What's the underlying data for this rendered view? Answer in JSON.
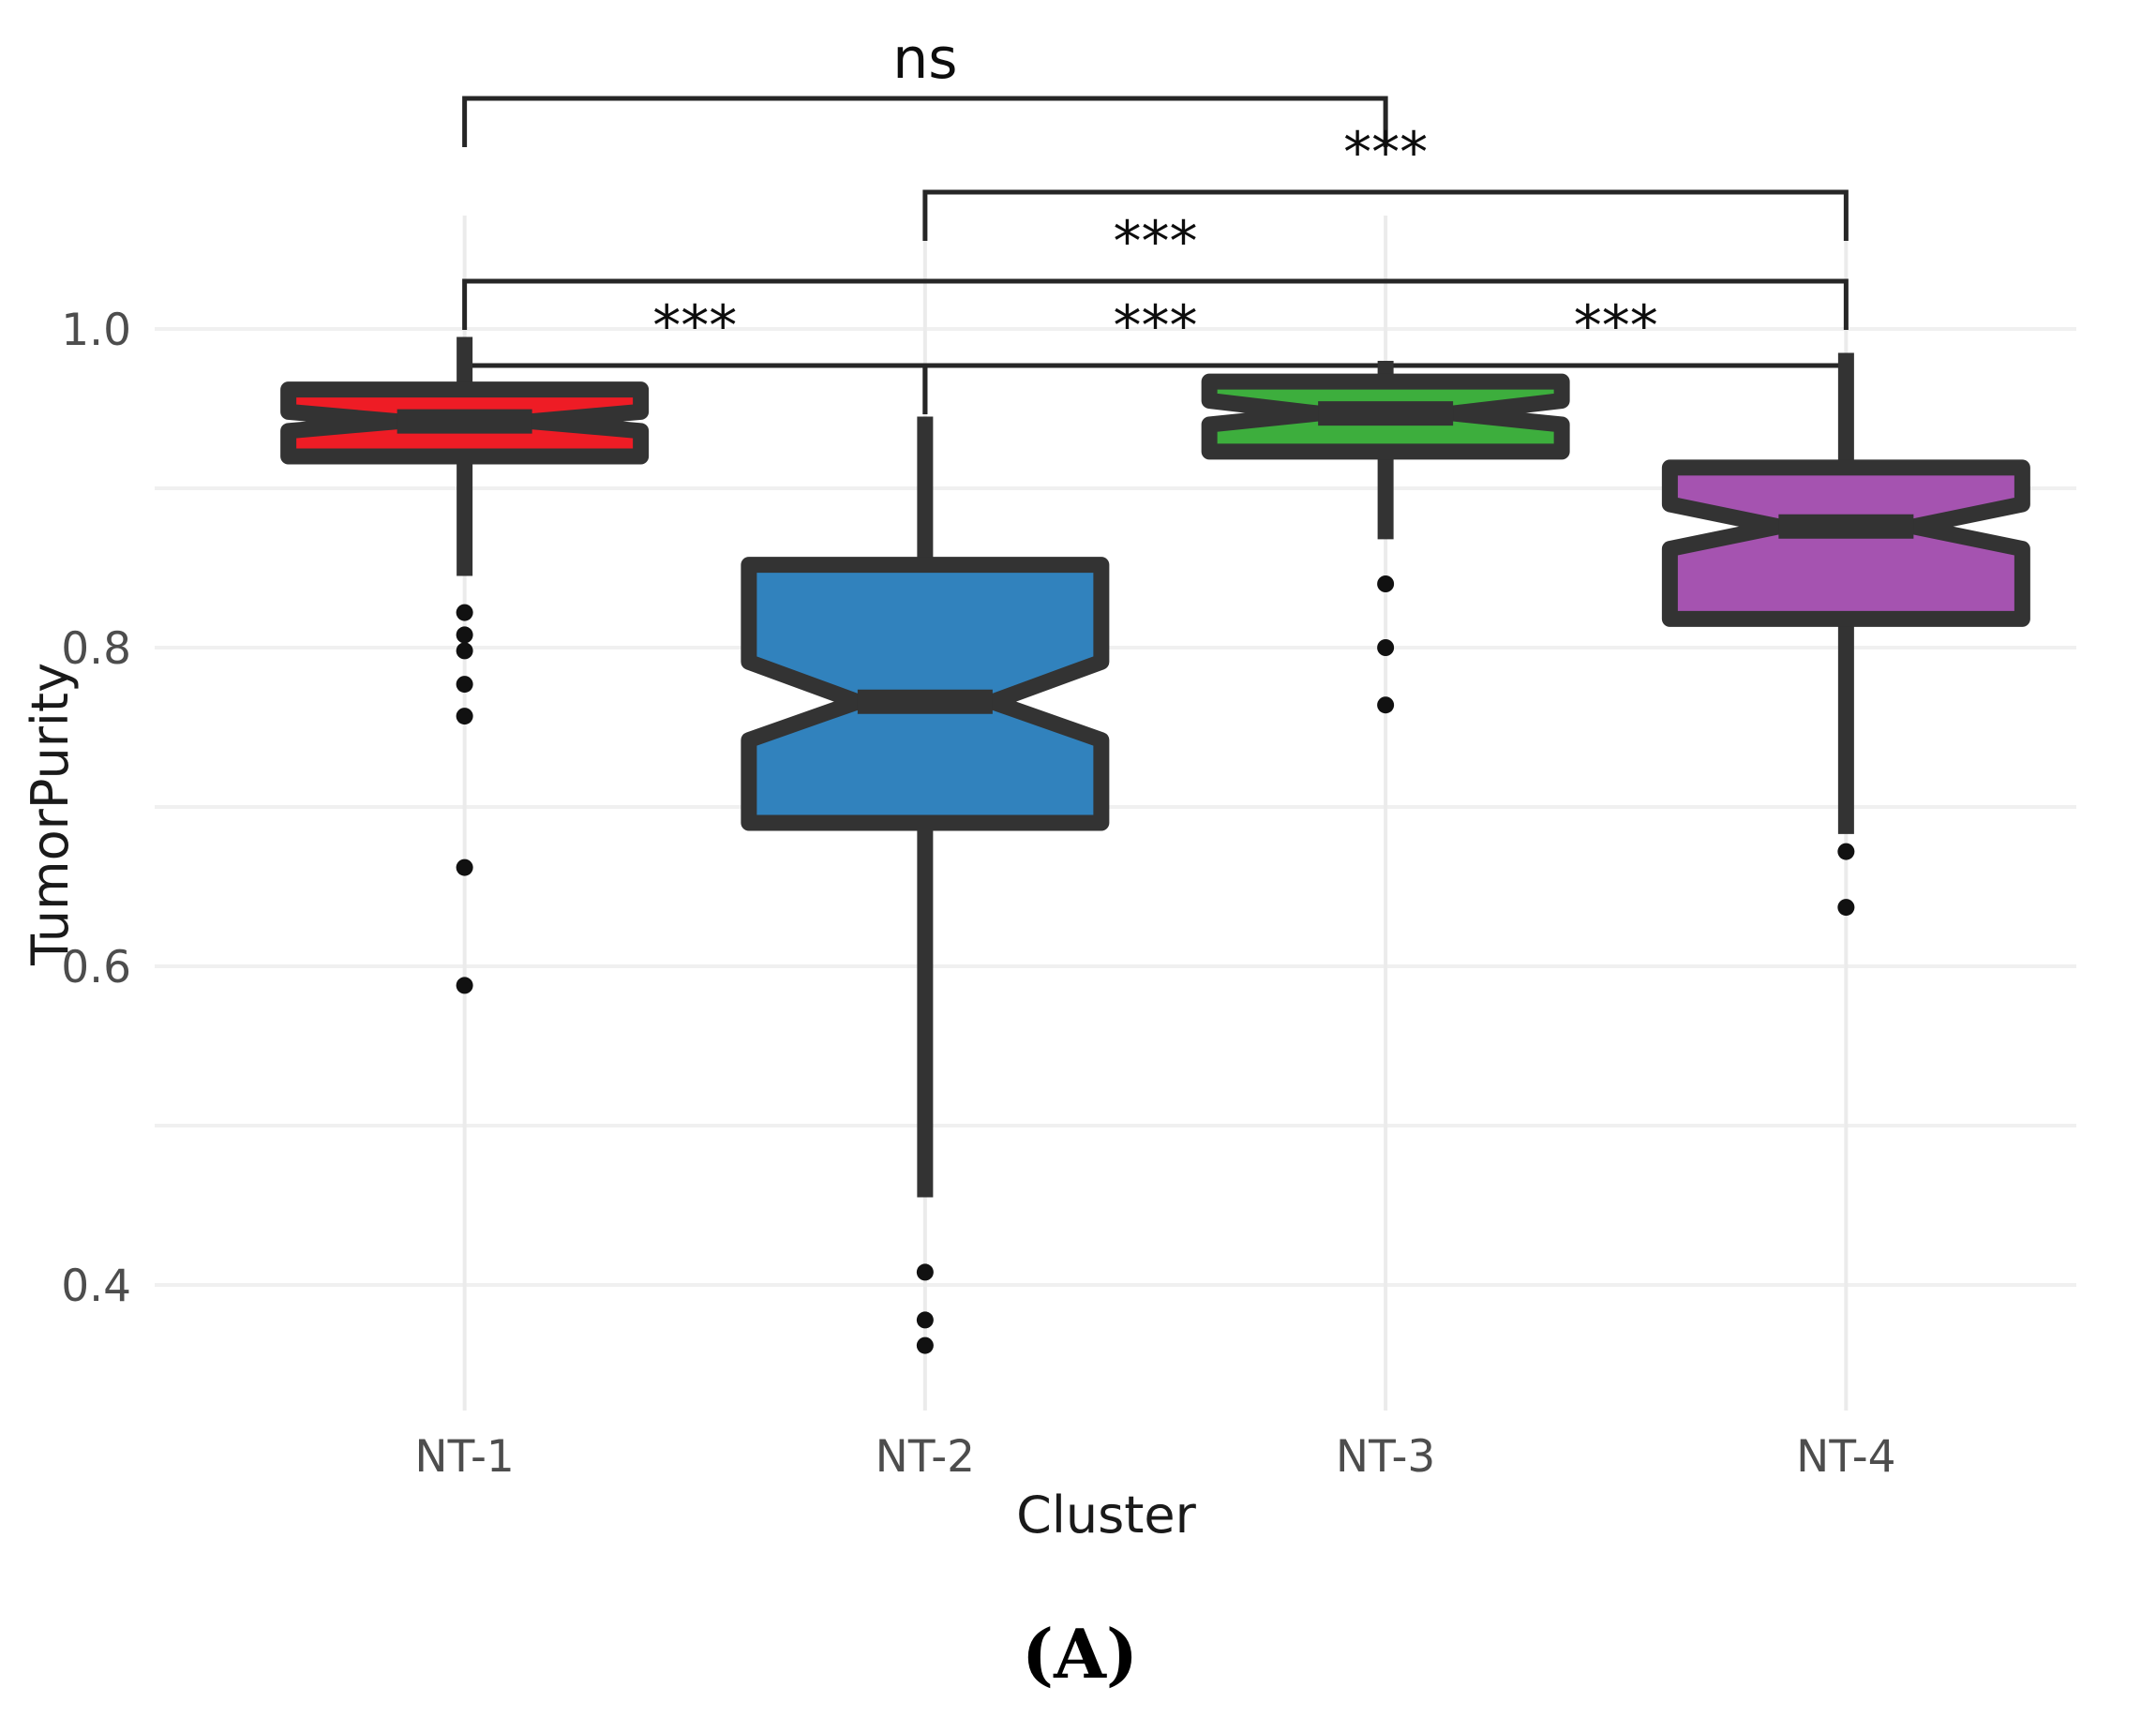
{
  "figure": {
    "panel_label": "(A)",
    "background": "#ffffff"
  },
  "chart_data": {
    "type": "box",
    "title": "",
    "xlabel": "Cluster",
    "ylabel": "TumorPurity",
    "categories": [
      "NT-1",
      "NT-2",
      "NT-3",
      "NT-4"
    ],
    "ylim": [
      0.33,
      1.03
    ],
    "yticks": [
      0.4,
      0.6,
      0.8,
      1.0
    ],
    "ytick_labels": [
      "0.4",
      "0.6",
      "0.8",
      "1.0"
    ],
    "grid": "horizontal+vertical-light",
    "legend": "none",
    "notched": true,
    "boxes": [
      {
        "category": "NT-1",
        "color": "#EE1C25",
        "min_whisker": 0.845,
        "q1": 0.92,
        "median": 0.942,
        "q3": 0.962,
        "max_whisker": 0.995,
        "notch_low": 0.936,
        "notch_high": 0.948,
        "outliers": [
          0.822,
          0.808,
          0.798,
          0.777,
          0.757,
          0.662,
          0.588
        ]
      },
      {
        "category": "NT-2",
        "color": "#3182BD",
        "min_whisker": 0.455,
        "q1": 0.69,
        "median": 0.766,
        "q3": 0.852,
        "max_whisker": 0.945,
        "notch_low": 0.742,
        "notch_high": 0.791,
        "outliers": [
          0.408,
          0.378,
          0.362
        ]
      },
      {
        "category": "NT-3",
        "color": "#3DAE3D",
        "min_whisker": 0.868,
        "q1": 0.923,
        "median": 0.947,
        "q3": 0.967,
        "max_whisker": 0.98,
        "notch_low": 0.94,
        "notch_high": 0.955,
        "outliers": [
          0.84,
          0.8,
          0.764
        ]
      },
      {
        "category": "NT-4",
        "color": "#A553B0",
        "min_whisker": 0.683,
        "q1": 0.818,
        "median": 0.876,
        "q3": 0.913,
        "max_whisker": 0.985,
        "notch_low": 0.862,
        "notch_high": 0.89,
        "outliers": [
          0.672,
          0.637
        ]
      }
    ],
    "annotations": [
      {
        "label": "ns",
        "from": "NT-1",
        "to": "NT-3",
        "level": 1
      },
      {
        "label": "***",
        "from": "NT-2",
        "to": "NT-4",
        "level": 2
      },
      {
        "label": "***",
        "from": "NT-1",
        "to": "NT-4",
        "level": 3
      },
      {
        "label": "***",
        "from": "NT-1",
        "to": "NT-2",
        "level": 4
      },
      {
        "label": "***",
        "from": "NT-2",
        "to": "NT-3",
        "level": 4
      },
      {
        "label": "***",
        "from": "NT-3",
        "to": "NT-4",
        "level": 4
      }
    ]
  }
}
